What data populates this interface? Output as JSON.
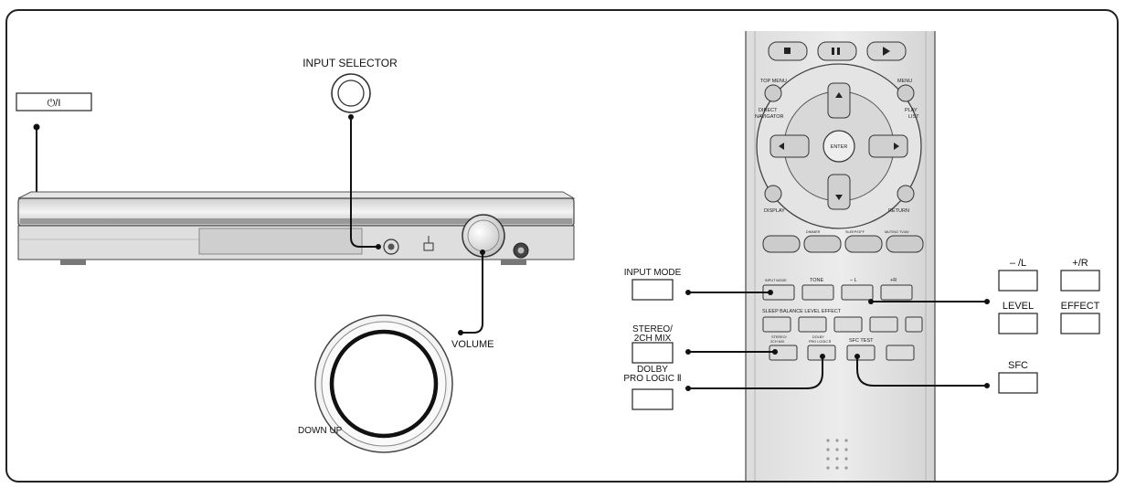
{
  "labels": {
    "power": "⏻/I",
    "input_selector": "INPUT SELECTOR",
    "volume": "VOLUME",
    "down_up": "DOWN UP",
    "input_mode": "INPUT MODE",
    "stereo_1": "STEREO/",
    "stereo_2": "2CH MIX",
    "dolby_1": "DOLBY",
    "dolby_2": "PRO LOGIC Ⅱ",
    "minus_l": "– /L",
    "plus_r": "+/R",
    "level": "LEVEL",
    "effect": "EFFECT",
    "sfc": "SFC"
  },
  "remote": {
    "top_menu": "TOP MENU",
    "menu": "MENU",
    "direct_1": "DIRECT",
    "direct_2": "NAVIGATOR",
    "play_1": "PLAY",
    "play_2": "LIST",
    "enter": "ENTER",
    "display": "DISPLAY",
    "return": "RETURN",
    "dimmer": "DIMMER",
    "sleep_off": "SLEEP/OFF",
    "muting": "MUTING TV/AV",
    "input_mode": "INPUT MODE",
    "tone": "TONE",
    "minus": "– L",
    "plus": "+R",
    "row_label": "SLEEP BALANCE LEVEL EFFECT",
    "stereo_1": "STEREO/",
    "stereo_2": "2CH MIX",
    "dolby_1": "DOLBY",
    "dolby_2": "PRO LOGIC Ⅱ",
    "sfc_test": "SFC TEST"
  }
}
